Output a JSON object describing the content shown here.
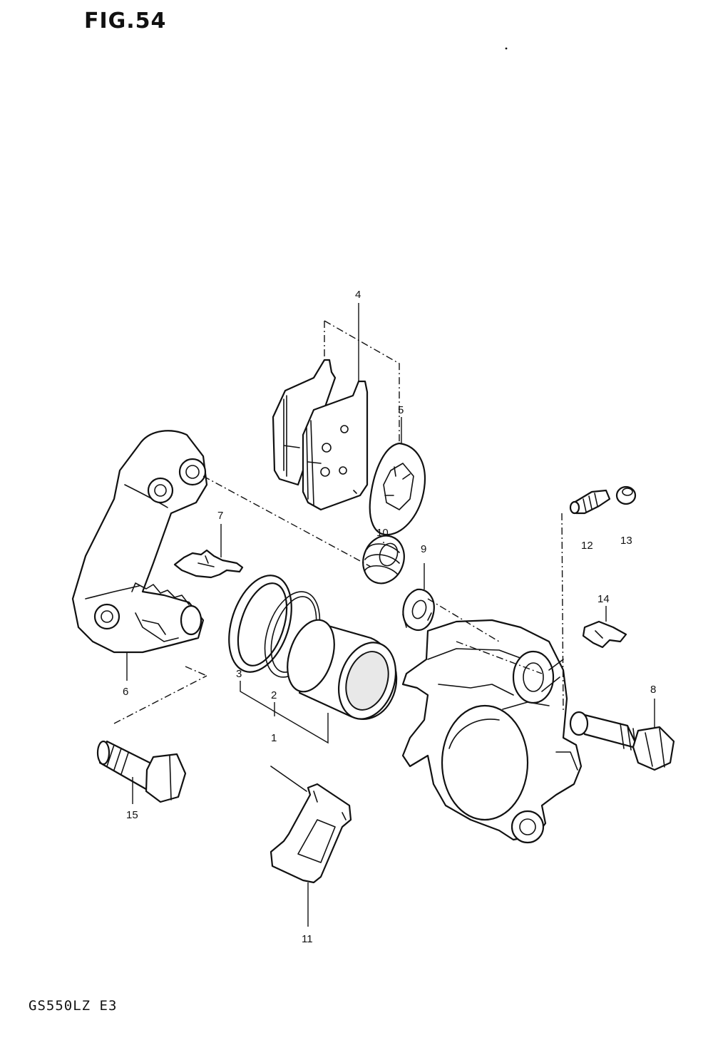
{
  "header": {
    "fig_title": "FIG.54"
  },
  "footer": {
    "model_code": "GS550LZ E3"
  },
  "callouts": {
    "c1": "1",
    "c2": "2",
    "c3": "3",
    "c4": "4",
    "c5": "5",
    "c6": "6",
    "c7": "7",
    "c8": "8",
    "c9": "9",
    "c10": "10",
    "c11": "11",
    "c12": "12",
    "c13": "13",
    "c14": "14",
    "c15": "15"
  }
}
